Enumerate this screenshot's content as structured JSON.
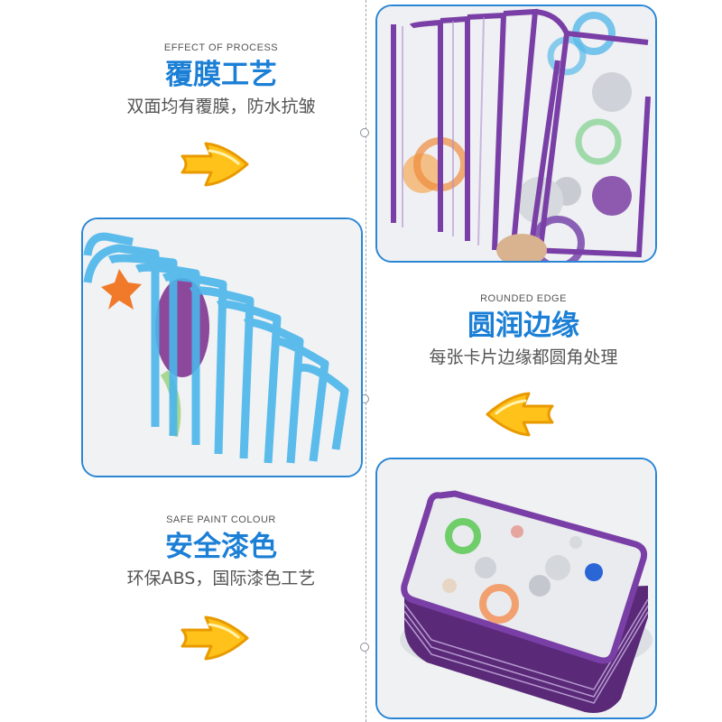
{
  "sections": {
    "film": {
      "subtitle": "EFFECT OF PROCESS",
      "title": "覆膜工艺",
      "description": "双面均有覆膜，防水抗皱"
    },
    "edge": {
      "subtitle": "ROUNDED EDGE",
      "title": "圆润边缘",
      "description": "每张卡片边缘都圆角处理"
    },
    "paint": {
      "subtitle": "SAFE PAINT COLOUR",
      "title": "安全漆色",
      "description": "环保ABS，国际漆色工艺"
    }
  },
  "colors": {
    "title_blue": "#1b7fd6",
    "frame_border": "#2a86d4",
    "arrow_yellow": "#ffc21a",
    "arrow_outline": "#e89a00",
    "card_purple": "#7a3fa6",
    "card_blue": "#4bb6ea"
  },
  "icons": [
    "yellow-arrow-right-icon",
    "yellow-arrow-left-icon"
  ]
}
